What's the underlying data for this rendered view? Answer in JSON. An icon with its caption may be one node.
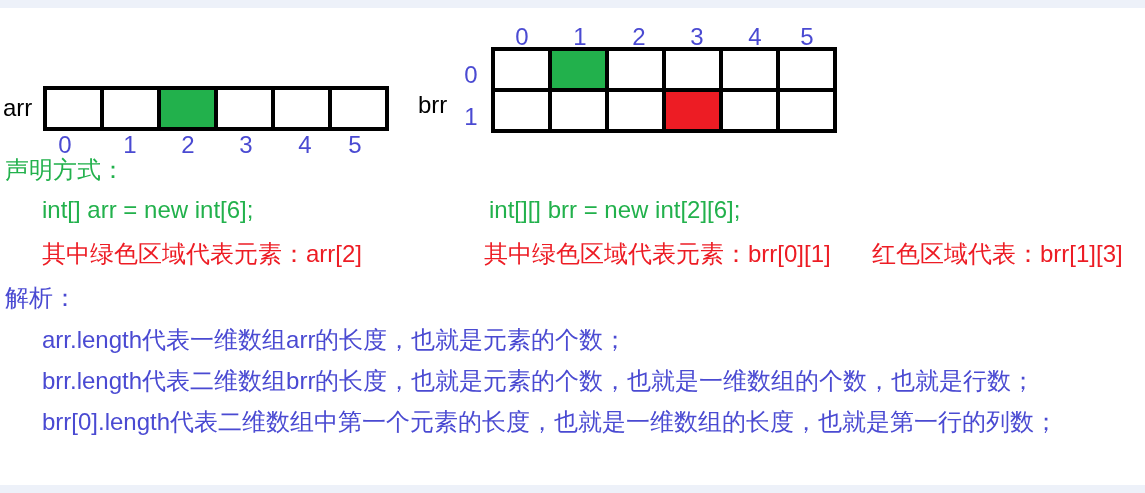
{
  "diagram": {
    "nodes": [
      {
        "text": [
          "arr"
        ]
      },
      {
        "text": [],
        "shape": "box",
        "in": 0
      },
      {
        "text": [],
        "shape": "box",
        "in": 0
      },
      {
        "text": [],
        "shape": "box",
        "in": 0
      },
      {
        "text": [],
        "shape": "box",
        "in": 0
      },
      {
        "text": [],
        "shape": "box",
        "in": 0
      },
      {
        "text": [],
        "shape": "box",
        "in": 0
      },
      {
        "text": [
          "brr"
        ]
      },
      {
        "text": [],
        "shape": "box",
        "in": 7
      },
      {
        "text": [],
        "shape": "box",
        "in": 7
      },
      {
        "text": [],
        "shape": "box",
        "in": 7
      },
      {
        "text": [],
        "shape": "box",
        "in": 7
      },
      {
        "text": [],
        "shape": "box",
        "in": 7
      },
      {
        "text": [],
        "shape": "box",
        "in": 7
      },
      {
        "text": [],
        "shape": "box",
        "in": 7
      },
      {
        "text": [],
        "shape": "box",
        "in": 7
      },
      {
        "text": [],
        "shape": "box",
        "in": 7
      },
      {
        "text": [],
        "shape": "box",
        "in": 7
      },
      {
        "text": [],
        "shape": "box",
        "in": 7
      },
      {
        "text": [],
        "shape": "box",
        "in": 7
      }
    ],
    "labels": [
      "0",
      "1",
      "2",
      "3",
      "4",
      "5",
      "0",
      "1",
      "0",
      "1",
      "2",
      "3",
      "4",
      "5",
      "声明方式：",
      "int[] arr = new int[6];",
      "int[][] brr = new int[2][6];",
      "其中绿色区域代表元素：arr[2]",
      "其中绿色区域代表元素：brr[0][1]",
      "红色区域代表：brr[1][3]",
      "解析：",
      "arr.length代表一维数组arr的长度，也就是元素的个数；",
      "brr.length代表二维数组brr的长度，也就是元素的个数，也就是一维数组的个数，也就是行数；",
      "brr[0].length代表二维数组中第一个元素的长度，也就是一维数组的长度，也就是第一行的列数；"
    ]
  }
}
